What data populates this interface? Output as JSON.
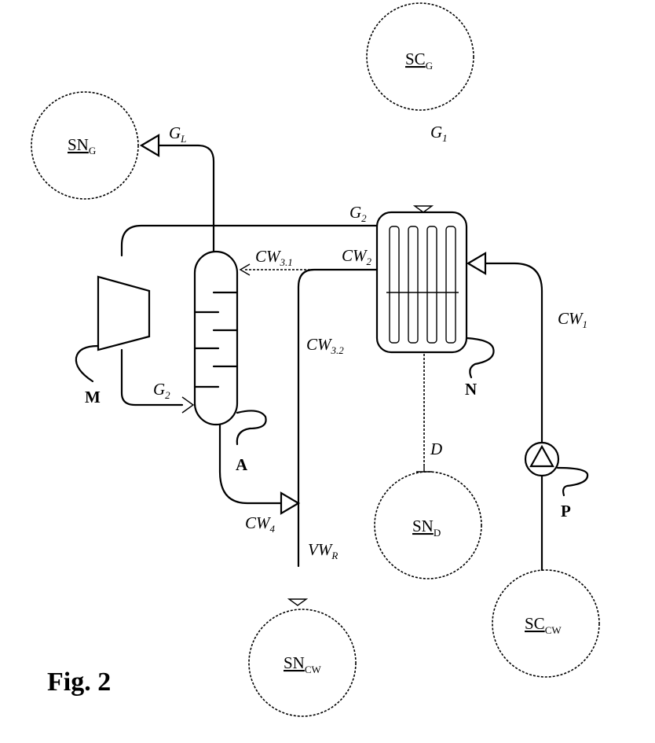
{
  "nodes": {
    "sc_g": {
      "main": "SC",
      "sub": "G"
    },
    "sn_g": {
      "main": "SN",
      "sub": "G"
    },
    "sn_d": {
      "main": "SN",
      "sub": "D"
    },
    "sn_cw": {
      "main": "SN",
      "sub": "CW"
    },
    "sc_cw": {
      "main": "SC",
      "sub": "CW"
    }
  },
  "streams": {
    "g1": {
      "main": "G",
      "sub": "1"
    },
    "gl": {
      "main": "G",
      "sub": "L"
    },
    "g2_top": {
      "main": "G",
      "sub": "2"
    },
    "g2_left": {
      "main": "G",
      "sub": "2"
    },
    "cw31": {
      "main": "CW",
      "sub": "3.1"
    },
    "cw2": {
      "main": "CW",
      "sub": "2"
    },
    "cw32": {
      "main": "CW",
      "sub": "3.2"
    },
    "cw1": {
      "main": "CW",
      "sub": "1"
    },
    "cw4": {
      "main": "CW",
      "sub": "4"
    },
    "vwr": {
      "main": "VW",
      "sub": "R"
    },
    "d": {
      "main": "D"
    }
  },
  "equipment": {
    "m": "M",
    "a": "A",
    "n": "N",
    "p": "P"
  },
  "figure_label": "Fig. 2"
}
